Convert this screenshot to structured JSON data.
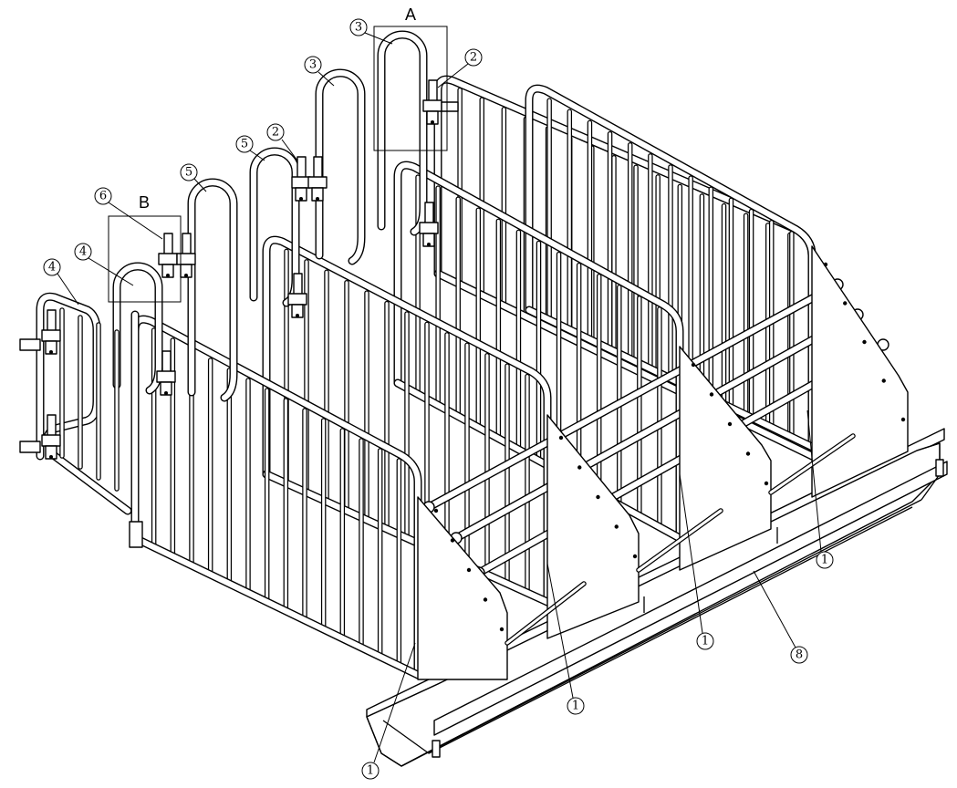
{
  "detail_labels": {
    "a": "A",
    "b": "B"
  },
  "callouts": {
    "c3_top": "3",
    "c2_top": "2",
    "c3_mid": "3",
    "c5_upper": "5",
    "c2_mid": "2",
    "c5_lower": "5",
    "c6": "6",
    "c4_right": "4",
    "c4_left": "4",
    "c1_right": "1",
    "c1_mid": "1",
    "c8": "8",
    "c1_lower": "1",
    "c1_bottom": "1"
  },
  "colors": {
    "line": "#000000",
    "background": "#ffffff"
  }
}
